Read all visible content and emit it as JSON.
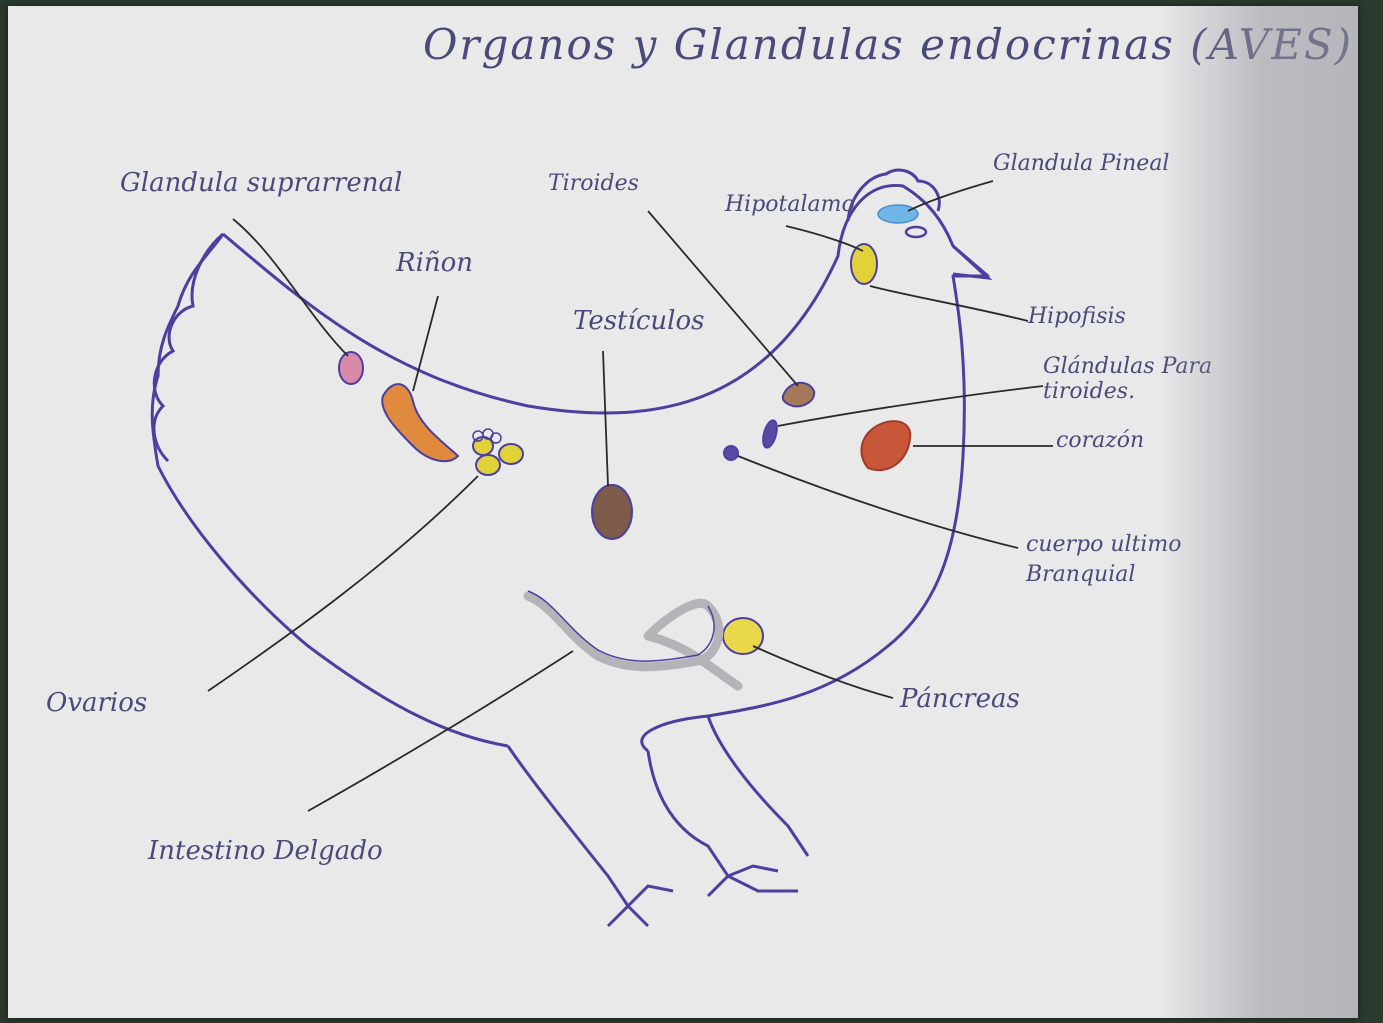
{
  "title": "Organos y Glandulas endocrinas (AVES)",
  "labels": {
    "suprarrenal": "Glandula suprarrenal",
    "rinon": "Riñon",
    "tiroides": "Tiroides",
    "testiculos": "Testículos",
    "hipotalamo": "Hipotalamo",
    "pineal": "Glandula Pineal",
    "hipofisis": "Hipofisis",
    "paratiroides": "Glándulas Para tiroides.",
    "corazon": "corazón",
    "ultimobranquial": "cuerpo ultimo Branquial",
    "ovarios": "Ovarios",
    "pancreas": "Páncreas",
    "intestino": "Intestino Delgado"
  },
  "colors": {
    "ink": "#4b3fa0",
    "paper": "#e9e9ea",
    "pineal": "#6fb6e6",
    "hypophysis": "#e2d23a",
    "heart": "#c8573a",
    "kidney": "#e08a3e",
    "adrenal": "#d88aa8",
    "thyroid": "#a57a5a",
    "testis": "#7e5a4a",
    "parathyroid": "#5a4aa6",
    "ovary": "#e2d23a",
    "pancreas": "#e8d84a",
    "intestine": "#b3b3b8"
  }
}
